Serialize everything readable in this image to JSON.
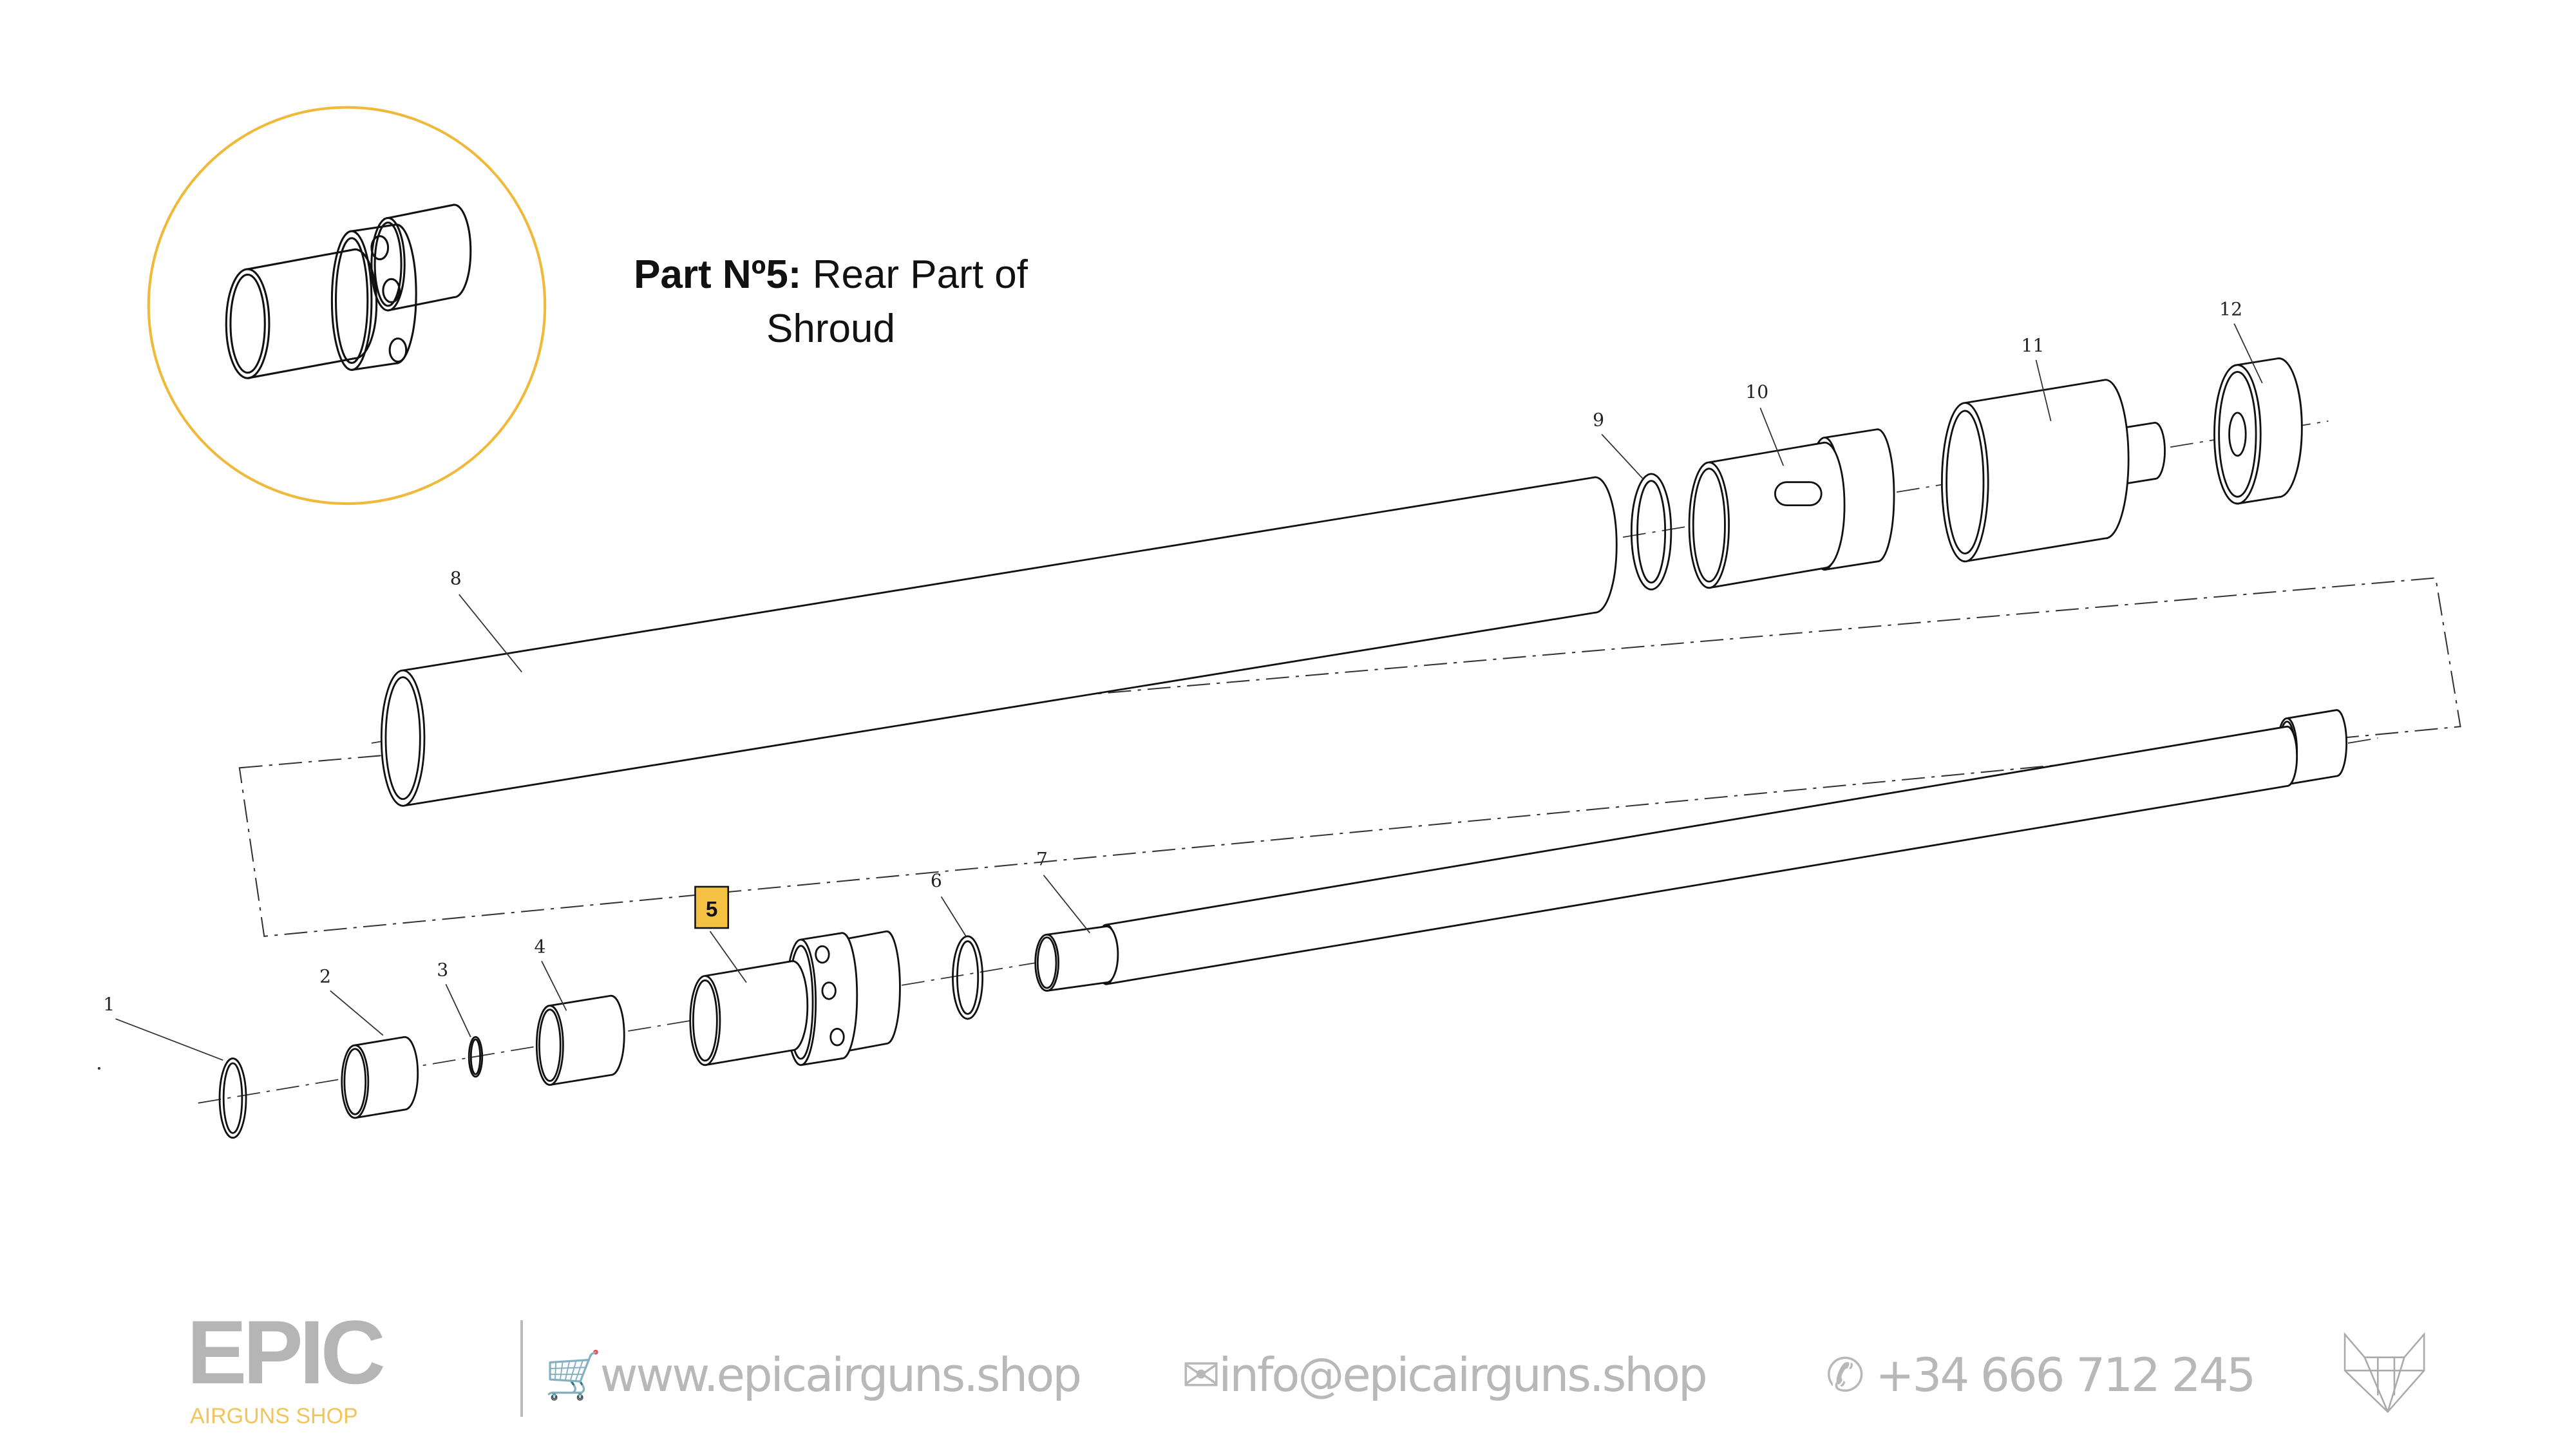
{
  "title": {
    "part_label": "Part Nº5:",
    "part_name": "Rear Part of",
    "part_name_line2": "Shroud"
  },
  "highlight": {
    "number": "5",
    "color": "#f5c142"
  },
  "inset": {
    "circle_color": "#f0b93a"
  },
  "callouts": [
    "1",
    "2",
    "3",
    "4",
    "6",
    "7",
    "8",
    "9",
    "10",
    "11",
    "12"
  ],
  "footer": {
    "logo_word": "EPIC",
    "logo_sub": "AIRGUNS SHOP",
    "website_icon": "cart-icon",
    "website": "www.epicairguns.shop",
    "email_icon": "envelope-icon",
    "email": "info@epicairguns.shop",
    "phone_icon": "whatsapp-icon",
    "phone": "+34 666 712 245",
    "mascot_icon": "fox-head-icon",
    "text_color": "#b8b8b8",
    "accent_color": "#f2c55c"
  }
}
